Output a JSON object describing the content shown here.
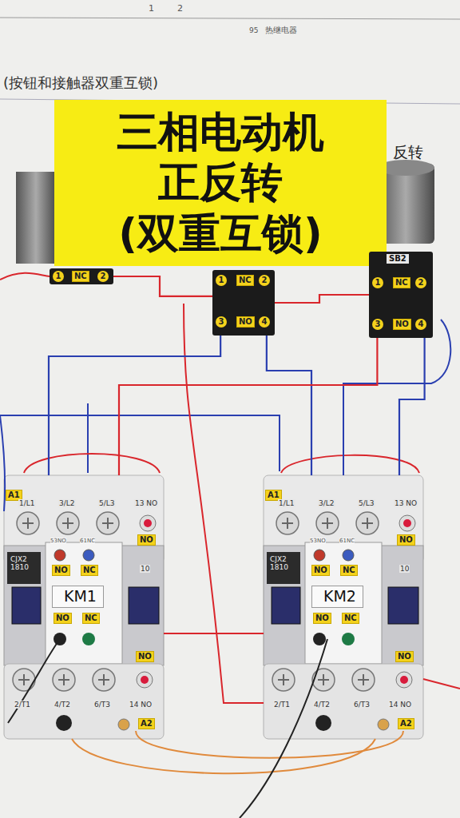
{
  "diagram": {
    "title": "三相电动机 正反转 (双重互锁)",
    "nodes": [
      {
        "text": [
          "1",
          "NC",
          "2"
        ]
      },
      {
        "text": [
          "1",
          "NC",
          "2",
          "3",
          "NO",
          "4"
        ]
      },
      {
        "text": [
          "SB2",
          "1",
          "NC",
          "2",
          "3",
          "NO",
          "4"
        ]
      },
      {
        "text": [
          "A1",
          "1/L1",
          "3/L2",
          "5/L3",
          "13 NO",
          "NO",
          "53NO",
          "61NC",
          "NO",
          "NC",
          "CJX2 1810",
          "10",
          "KM1",
          "NO",
          "NC",
          "2/T1",
          "4/T2",
          "6/T3",
          "14 NO",
          "NO",
          "A2"
        ]
      },
      {
        "text": [
          "A1",
          "1/L1",
          "3/L2",
          "5/L3",
          "13 NO",
          "NO",
          "53NO",
          "61NC",
          "NO",
          "NC",
          "CJX2 1810",
          "10",
          "KM2",
          "NO",
          "NC",
          "2/T1",
          "4/T2",
          "6/T3",
          "14 NO",
          "NO",
          "A2"
        ]
      }
    ],
    "edges": [
      {
        "from": 0,
        "to": 1,
        "arrow": "none"
      },
      {
        "from": 1,
        "to": 2,
        "arrow": "none"
      },
      {
        "from": 1,
        "to": 3,
        "arrow": "none"
      },
      {
        "from": 1,
        "to": 4,
        "arrow": "none"
      },
      {
        "from": 2,
        "to": 3,
        "arrow": "none"
      },
      {
        "from": 2,
        "to": 4,
        "arrow": "none"
      },
      {
        "from": 3,
        "to": 4,
        "arrow": "none"
      }
    ],
    "labels": [
      "(按钮和接触器双重互锁)",
      "1",
      "2",
      "95",
      "热继电器",
      "反转"
    ]
  }
}
